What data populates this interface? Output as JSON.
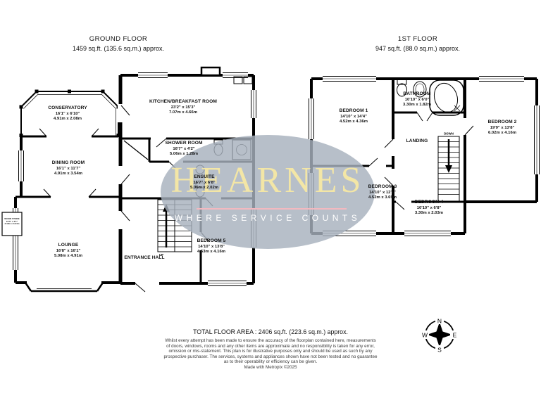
{
  "gf": {
    "title": "GROUND FLOOR",
    "area": "1459 sq.ft. (135.6 sq.m.) approx.",
    "conservatory": {
      "name": "CONSERVATORY",
      "ft": "16'1\" x 6'10\"",
      "m": "4.91m x 2.08m"
    },
    "dining": {
      "name": "DINING ROOM",
      "ft": "16'1\" x 11'7\"",
      "m": "4.91m x 3.54m"
    },
    "lounge": {
      "name": "LOUNGE",
      "ft": "16'8\" x 16'1\"",
      "m": "5.08m x 4.91m"
    },
    "kitchen": {
      "name": "KITCHEN/BREAKFAST ROOM",
      "ft": "23'2\" x 15'3\"",
      "m": "7.07m x 4.66m"
    },
    "shower": {
      "name": "SHOWER ROOM",
      "ft": "16'7\" x 4'2\"",
      "m": "5.06m x 1.28m"
    },
    "ensuite": {
      "name": "ENSUITE",
      "ft": "16'7\" x 6'8\"",
      "m": "5.06m x 2.02m"
    },
    "bedroom5": {
      "name": "BEDROOM 5",
      "ft": "14'10\" x 13'8\"",
      "m": "4.53m x 4.16m"
    },
    "hall": {
      "name": "ENTRANCE HALL"
    },
    "store": {
      "name": "WOOD STORE",
      "ft": "10'5\" x 3'1\"",
      "m": "3.18m x 0.94m"
    },
    "up": "UP"
  },
  "ff": {
    "title": "1ST FLOOR",
    "area": "947 sq.ft. (88.0 sq.m.) approx.",
    "bedroom1": {
      "name": "BEDROOM 1",
      "ft": "14'10\" x 14'4\"",
      "m": "4.52m x 4.36m"
    },
    "bathroom": {
      "name": "BATHROOM",
      "ft": "10'10\" x 6'0\"",
      "m": "3.30m x 1.82m"
    },
    "bedroom2": {
      "name": "BEDROOM 2",
      "ft": "19'9\" x 13'8\"",
      "m": "6.02m x 4.16m"
    },
    "landing": {
      "name": "LANDING"
    },
    "bedroom3": {
      "name": "BEDROOM 3",
      "ft": "14'10\" x 12'1\"",
      "m": "4.52m x 3.69m"
    },
    "bedroom4": {
      "name": "BEDROOM 4",
      "ft": "10'10\" x 6'8\"",
      "m": "3.30m x 2.03m"
    },
    "down": "DOWN"
  },
  "watermark": {
    "brand": "HEARNES",
    "tagline": "WHERE SERVICE COUNTS",
    "ellipse_color": "#a7b1bd",
    "brand_color": "#f3e6a6",
    "line_color": "#f3b9c0"
  },
  "compass": {
    "n": "N",
    "e": "E",
    "s": "S",
    "w": "W"
  },
  "footer": {
    "total": "TOTAL FLOOR AREA : 2406 sq.ft. (223.6 sq.m.) approx.",
    "disclaimer": [
      "Whilst every attempt has been made to ensure the accuracy of the floorplan contained here, measurements",
      "of doors, windows, rooms and any other items are approximate and no responsibility is taken for any error,",
      "omission or mis-statement. This plan is for illustrative purposes only and should be used as such by any",
      "prospective purchaser. The services, systems and appliances shown have not been tested and no guarantee",
      "as to their operability or efficiency can be given."
    ],
    "credit": "Made with Metropix ©2025"
  }
}
